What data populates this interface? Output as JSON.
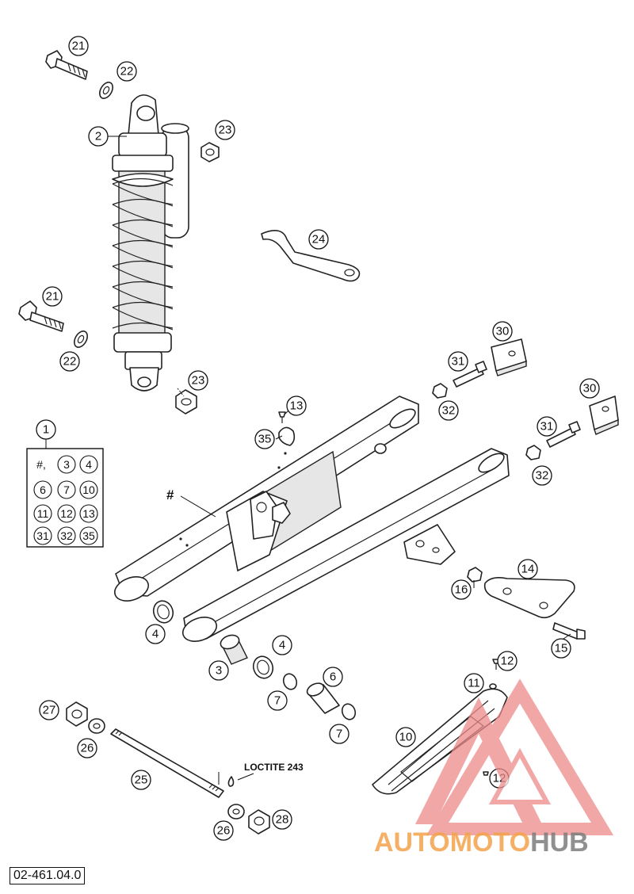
{
  "drawing_number": "02-461.04.0",
  "note": "LOCTITE 243",
  "hash_mark": "#",
  "kit_contents": [
    "#,",
    "3",
    "4",
    "6",
    "7",
    "10",
    "11",
    "12",
    "13",
    "31",
    "32",
    "35"
  ],
  "callouts": [
    "21",
    "22",
    "2",
    "23",
    "24",
    "21",
    "22",
    "23",
    "1",
    "13",
    "35",
    "31",
    "32",
    "30",
    "30",
    "31",
    "32",
    "14",
    "16",
    "4",
    "15",
    "3",
    "4",
    "12",
    "6",
    "11",
    "7",
    "27",
    "10",
    "7",
    "26",
    "25",
    "12",
    "26",
    "28"
  ],
  "watermark": {
    "part1": "AUTOMOTO",
    "part2": "HUB",
    "color1": "#f3a24a",
    "color2": "#7d7d7d",
    "triangle_color": "#ee8a8a"
  }
}
